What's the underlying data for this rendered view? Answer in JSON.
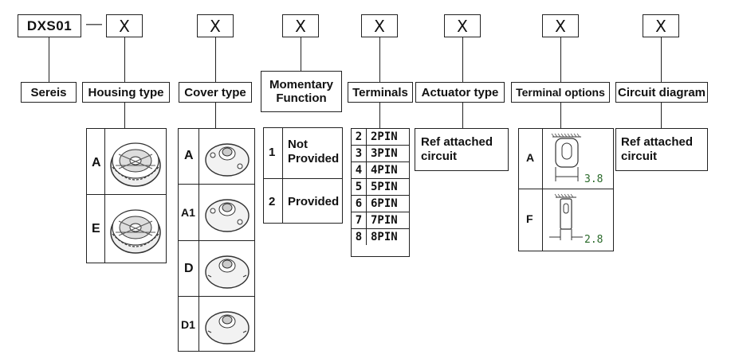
{
  "code": {
    "prefix": "DXS01",
    "dash": "—",
    "x": "X"
  },
  "headers": {
    "series": "Sereis",
    "housing": "Housing type",
    "cover": "Cover type",
    "momentary": "Momentary Function",
    "terminals": "Terminals",
    "actuator": "Actuator type",
    "terminal_options": "Terminal options",
    "circuit": "Circuit diagram"
  },
  "housing": {
    "options": [
      "A",
      "E"
    ]
  },
  "cover": {
    "options": [
      "A",
      "A1",
      "D",
      "D1"
    ]
  },
  "momentary": {
    "options": [
      {
        "code": "1",
        "label": "Not Provided"
      },
      {
        "code": "2",
        "label": "Provided"
      }
    ]
  },
  "terminals": {
    "rows": [
      {
        "code": "2",
        "label": "2PIN"
      },
      {
        "code": "3",
        "label": "3PIN"
      },
      {
        "code": "4",
        "label": "4PIN"
      },
      {
        "code": "5",
        "label": "5PIN"
      },
      {
        "code": "6",
        "label": "6PIN"
      },
      {
        "code": "7",
        "label": "7PIN"
      },
      {
        "code": "8",
        "label": "8PIN"
      }
    ]
  },
  "actuator": {
    "text": "Ref attached circuit"
  },
  "terminal_options": {
    "options": [
      {
        "code": "A",
        "dim": "3.8"
      },
      {
        "code": "F",
        "dim": "2.8"
      }
    ]
  },
  "circuit": {
    "text": "Ref attached circuit"
  },
  "colors": {
    "line": "#222222",
    "dim_text": "#2a6a2a"
  }
}
